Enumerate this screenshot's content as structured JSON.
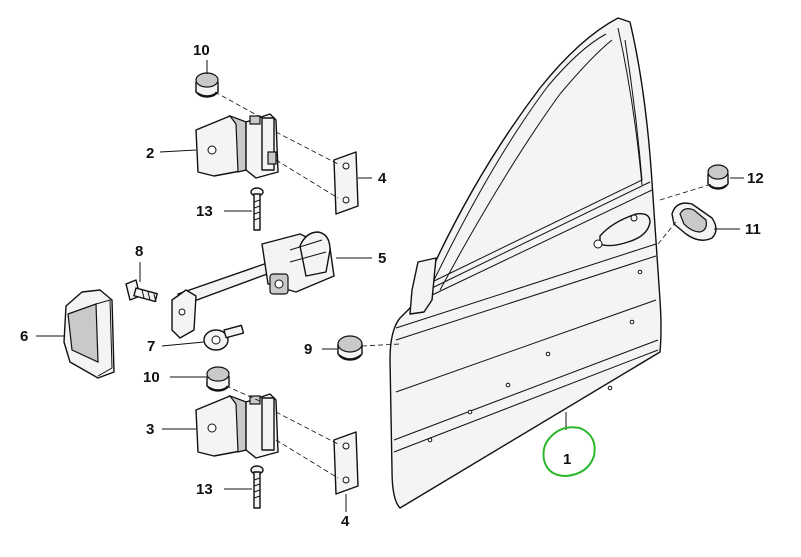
{
  "callouts": [
    {
      "id": "c10a",
      "text": "10"
    },
    {
      "id": "c2",
      "text": "2"
    },
    {
      "id": "c4a",
      "text": "4"
    },
    {
      "id": "c13a",
      "text": "13"
    },
    {
      "id": "c8",
      "text": "8"
    },
    {
      "id": "c5",
      "text": "5"
    },
    {
      "id": "c6",
      "text": "6"
    },
    {
      "id": "c7",
      "text": "7"
    },
    {
      "id": "c9",
      "text": "9"
    },
    {
      "id": "c10b",
      "text": "10"
    },
    {
      "id": "c3",
      "text": "3"
    },
    {
      "id": "c13b",
      "text": "13"
    },
    {
      "id": "c4b",
      "text": "4"
    },
    {
      "id": "c12",
      "text": "12"
    },
    {
      "id": "c11",
      "text": "11"
    },
    {
      "id": "c1",
      "text": "1"
    }
  ],
  "highlight_color": "#2db82d"
}
